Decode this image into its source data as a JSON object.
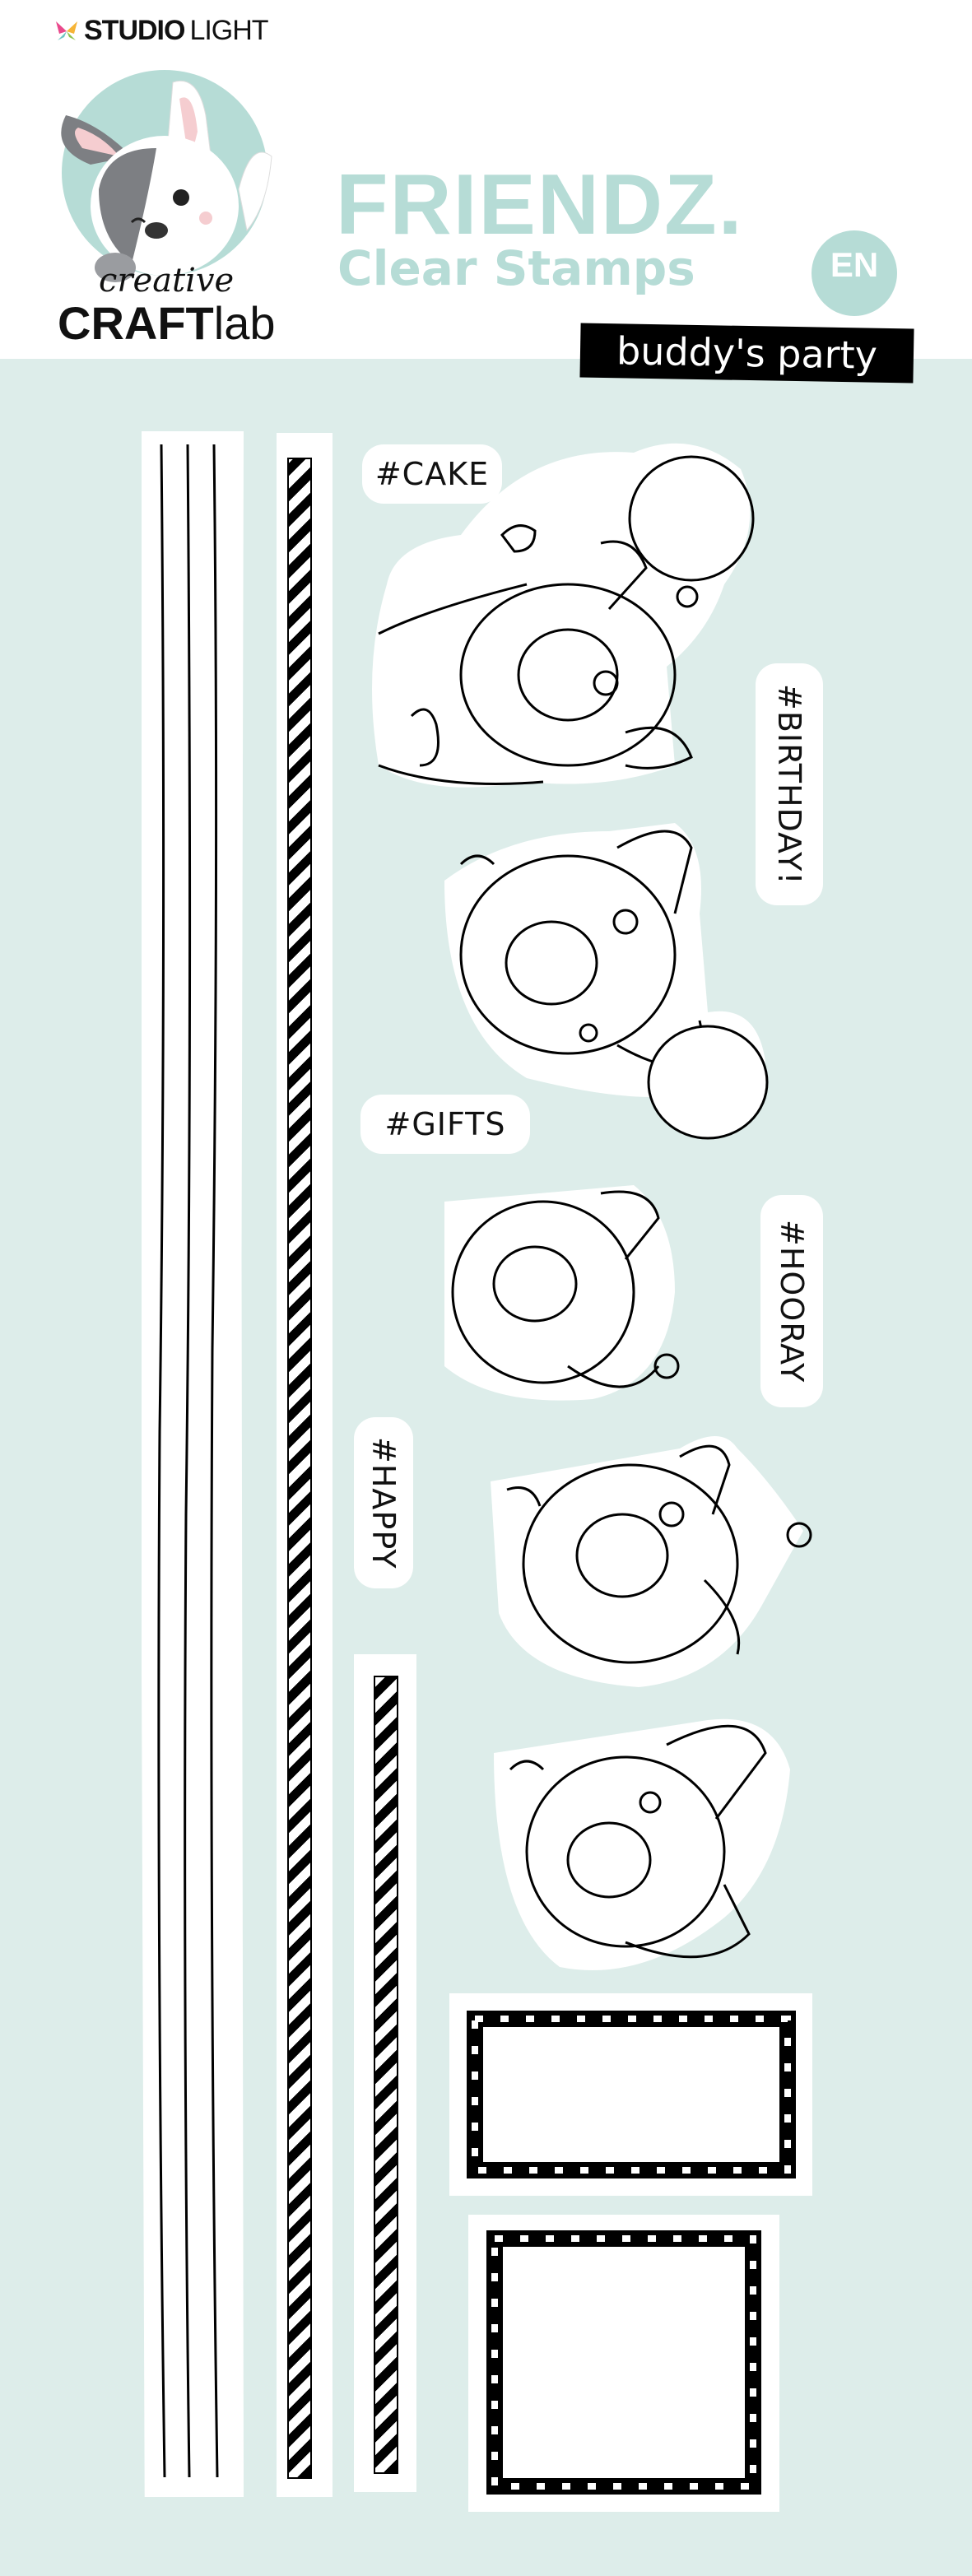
{
  "brand": {
    "logo_bold": "STUDIO",
    "logo_light": "LIGHT"
  },
  "sub_brand": {
    "script": "creative",
    "bold": "CRAFT",
    "light": "lab"
  },
  "product": {
    "line": "FRIENDZ.",
    "type": "Clear Stamps",
    "language": "EN",
    "name": "buddy's party"
  },
  "stamps": {
    "labels": [
      "#CAKE",
      "#BIRTHDAY!",
      "#GIFTS",
      "#HOORAY",
      "#HAPPY"
    ]
  },
  "colors": {
    "mint_background": "#ddedea",
    "title_accent": "#b6dcd6",
    "ink": "#000000"
  }
}
